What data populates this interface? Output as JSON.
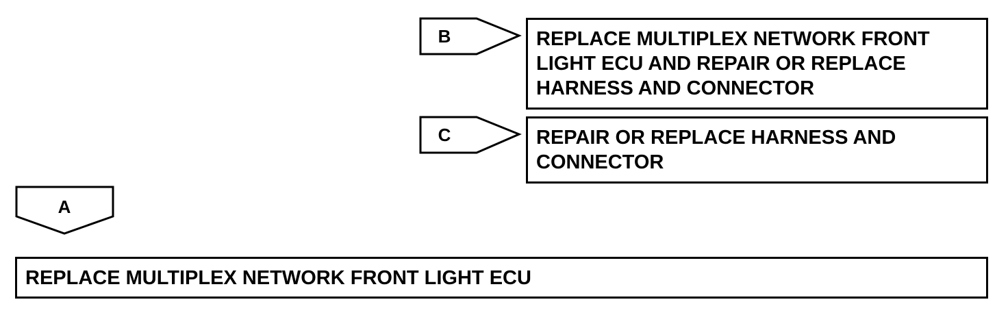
{
  "branches": {
    "b": {
      "label": "B",
      "result_lines": [
        "REPLACE MULTIPLEX NETWORK FRONT",
        "LIGHT ECU AND REPAIR OR REPLACE",
        "HARNESS AND CONNECTOR"
      ]
    },
    "c": {
      "label": "C",
      "result_lines": [
        "REPAIR OR REPLACE HARNESS AND",
        "CONNECTOR"
      ]
    },
    "a": {
      "label": "A",
      "result_lines": [
        "REPLACE MULTIPLEX NETWORK FRONT LIGHT ECU"
      ]
    }
  }
}
